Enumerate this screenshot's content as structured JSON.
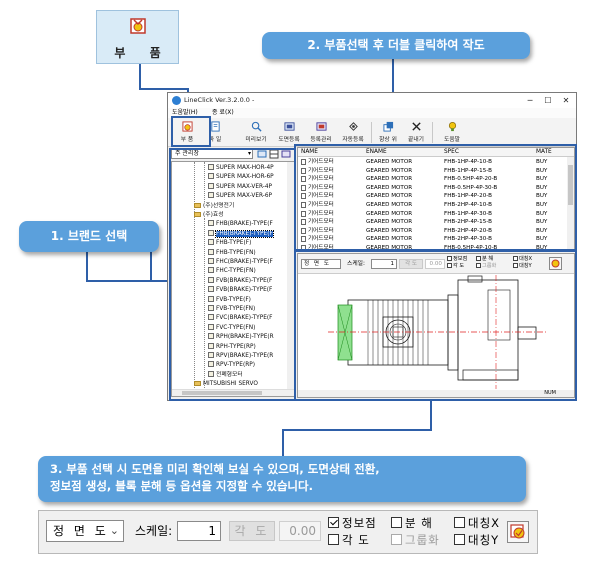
{
  "parts_zoom": {
    "label": "부 품"
  },
  "callouts": {
    "step2": "2. 부품선택 후 더블 클릭하여 작도",
    "step1": "1. 브랜드 선택",
    "step3_line1": "3. 부품 선택 시 도면을 미리 확인해 보실 수 있으며, 도면상태 전환,",
    "step3_line2": "정보점 생성, 블록 분해 등 옵션을 지정할 수 있습니다."
  },
  "window": {
    "title": "LineClick Ver.3.2.0.0 -",
    "menu": [
      "도움말(H)",
      "종 료(X)"
    ],
    "controls": {
      "minimize": "─",
      "maximize": "☐",
      "close": "✕"
    }
  },
  "toolbar": {
    "buttons": [
      {
        "label": "부 품",
        "icon": "parts-icon"
      },
      {
        "label": "파 일",
        "icon": "file-icon"
      },
      {
        "label": "미리보기",
        "icon": "preview-magnifier-icon"
      },
      {
        "label": "도면등록",
        "icon": "drawing-register-icon"
      },
      {
        "label": "등록관리",
        "icon": "register-manage-icon"
      },
      {
        "label": "자동등록",
        "icon": "auto-register-icon"
      },
      {
        "label": "항상 위",
        "icon": "always-on-top-icon"
      },
      {
        "label": "끝내기",
        "icon": "exit-icon"
      },
      {
        "label": "도움말",
        "icon": "help-icon"
      }
    ]
  },
  "tree": {
    "root_select": "주 관리창",
    "items": [
      {
        "label": "SUPER MAX-HOR-4P",
        "kind": "node"
      },
      {
        "label": "SUPER MAX-HOR-6P",
        "kind": "node"
      },
      {
        "label": "SUPER MAX-VER-4P",
        "kind": "node"
      },
      {
        "label": "SUPER MAX-VER-6P",
        "kind": "node"
      },
      {
        "label": "(주)선명전기",
        "kind": "folder"
      },
      {
        "label": "(주)효성",
        "kind": "folder"
      },
      {
        "label": "FHB(BRAKE)-TYPE(F",
        "kind": "node"
      },
      {
        "label": "FHB(BRAKE)-TYPE(F",
        "kind": "node",
        "selected": true
      },
      {
        "label": "FHB-TYPE(F)",
        "kind": "node"
      },
      {
        "label": "FHB-TYPE(FN)",
        "kind": "node"
      },
      {
        "label": "FHC(BRAKE)-TYPE(F",
        "kind": "node"
      },
      {
        "label": "FHC-TYPE(FN)",
        "kind": "node"
      },
      {
        "label": "FVB(BRAKE)-TYPE(F",
        "kind": "node"
      },
      {
        "label": "FVB(BRAKE)-TYPE(F",
        "kind": "node"
      },
      {
        "label": "FVB-TYPE(F)",
        "kind": "node"
      },
      {
        "label": "FVB-TYPE(FN)",
        "kind": "node"
      },
      {
        "label": "FVC(BRAKE)-TYPE(F",
        "kind": "node"
      },
      {
        "label": "FVC-TYPE(FN)",
        "kind": "node"
      },
      {
        "label": "RPH(BRAKE)-TYPE(R",
        "kind": "node"
      },
      {
        "label": "RPH-TYPE(RP)",
        "kind": "node"
      },
      {
        "label": "RPV(BRAKE)-TYPE(R",
        "kind": "node"
      },
      {
        "label": "RPV-TYPE(RP)",
        "kind": "node"
      },
      {
        "label": "전폐형모터",
        "kind": "node"
      },
      {
        "label": "MITSUBISHI SERVO",
        "kind": "folder"
      }
    ]
  },
  "list": {
    "columns": [
      "NAME",
      "ENAME",
      "SPEC",
      "MATE"
    ],
    "rows": [
      [
        "기어드모터",
        "GEARED MOTOR",
        "FHB-1HP-4P-10-B",
        "BUY"
      ],
      [
        "기어드모터",
        "GEARED MOTOR",
        "FHB-1HP-4P-15-B",
        "BUY"
      ],
      [
        "기어드모터",
        "GEARED MOTOR",
        "FHB-0.5HP-4P-20-B",
        "BUY"
      ],
      [
        "기어드모터",
        "GEARED MOTOR",
        "FHB-0.5HP-4P-30-B",
        "BUY"
      ],
      [
        "기어드모터",
        "GEARED MOTOR",
        "FHB-1HP-4P-20-B",
        "BUY"
      ],
      [
        "기어드모터",
        "GEARED MOTOR",
        "FHB-2HP-4P-10-B",
        "BUY"
      ],
      [
        "기어드모터",
        "GEARED MOTOR",
        "FHB-1HP-4P-30-B",
        "BUY"
      ],
      [
        "기어드모터",
        "GEARED MOTOR",
        "FHB-2HP-4P-15-B",
        "BUY"
      ],
      [
        "기어드모터",
        "GEARED MOTOR",
        "FHB-2HP-4P-20-B",
        "BUY"
      ],
      [
        "기어드모터",
        "GEARED MOTOR",
        "FHB-2HP-4P-30-B",
        "BUY"
      ],
      [
        "기어드모터",
        "GEARED MOTOR",
        "FHB-0.5HP-4P-10-B",
        "BUY"
      ]
    ]
  },
  "preview": {
    "status": "NUM"
  },
  "options": {
    "view_select": "정 면 도",
    "scale_label": "스케일:",
    "scale_value": "1",
    "angle_label": "각 도",
    "angle_value": "0.00",
    "info_point": "정보점",
    "angle_check": "각  도",
    "explode": "분   해",
    "group": "그룹화",
    "mirror_x": "대칭X",
    "mirror_y": "대칭Y",
    "small_info_point": "정보점",
    "small_angle_check": "각 도",
    "small_explode": "분  해",
    "small_group": "그룹화",
    "small_mirror_x": "대칭X",
    "small_mirror_y": "대칭Y"
  }
}
